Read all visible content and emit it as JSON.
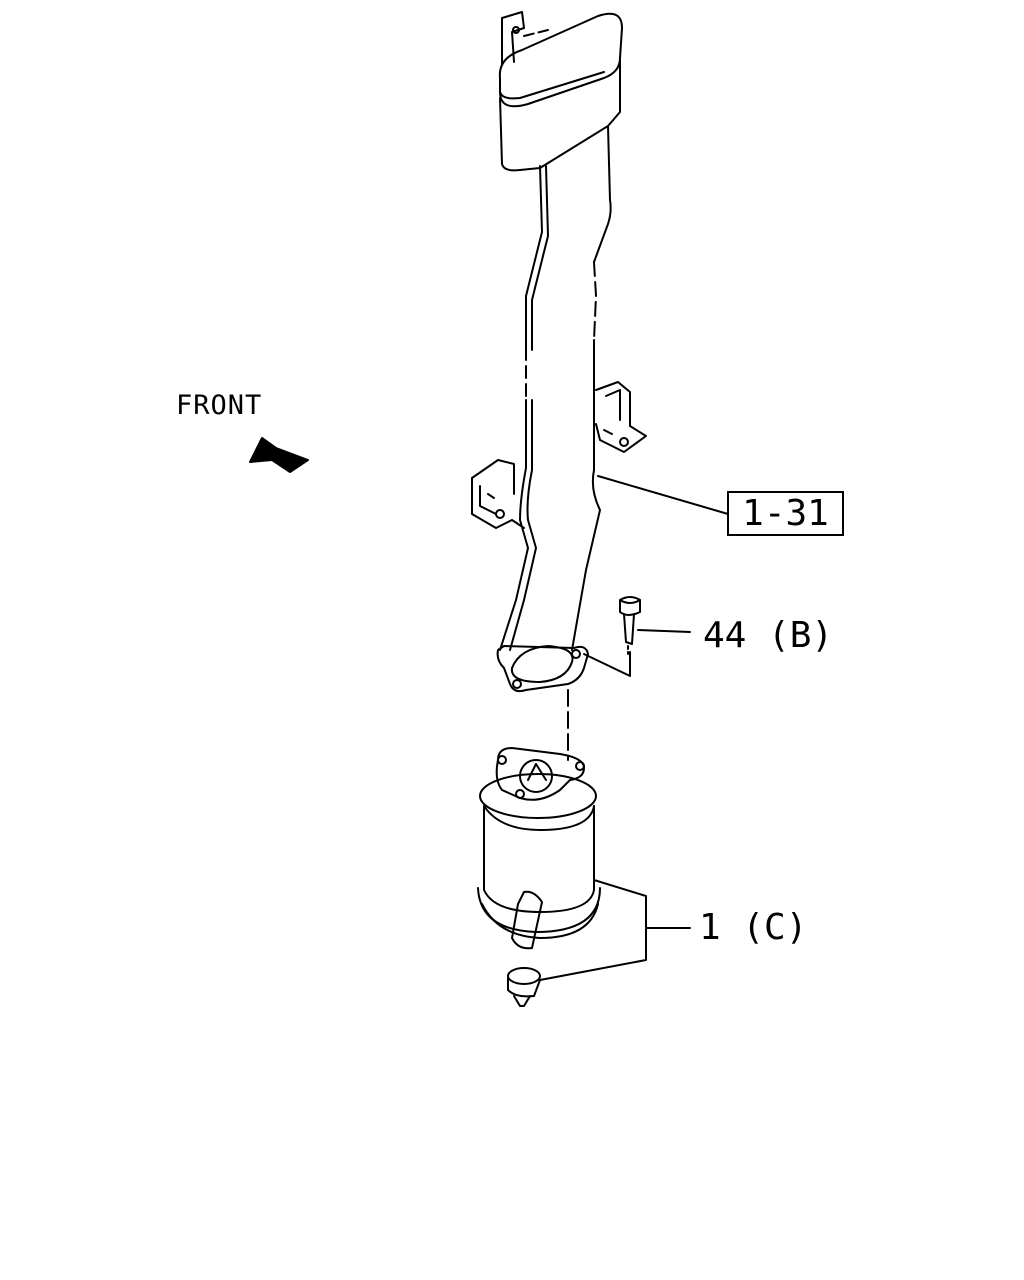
{
  "labels": {
    "front": "FRONT",
    "reference": "1-31",
    "callout_bolt": "44 (B)",
    "callout_converter": "1 (C)"
  },
  "icons": {
    "direction_arrow": "front-direction-arrow"
  },
  "colors": {
    "ink": "#000000",
    "paper": "#ffffff"
  }
}
